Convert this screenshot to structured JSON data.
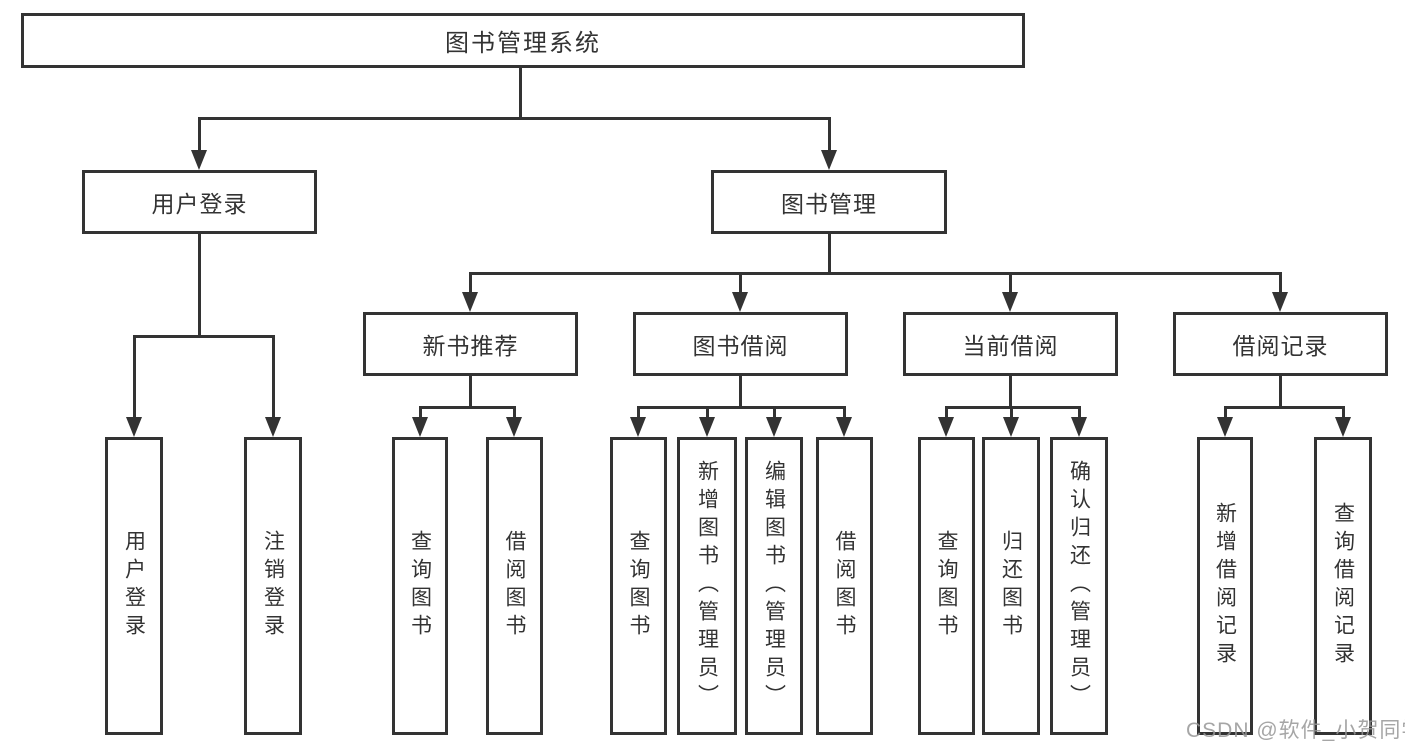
{
  "diagram": {
    "title": "图书管理系统",
    "nodes": {
      "root": "图书管理系统",
      "user_login": "用户登录",
      "book_management": "图书管理",
      "new_book_recommend": "新书推荐",
      "book_borrow": "图书借阅",
      "current_borrow": "当前借阅",
      "borrow_records": "借阅记录",
      "login_leaf_login": "用户登录",
      "login_leaf_logout": "注销登录",
      "recommend_leaf_query": "查询图书",
      "recommend_leaf_borrow": "借阅图书",
      "borrow_leaf_query": "查询图书",
      "borrow_leaf_add": "新增图书（管理员）",
      "borrow_leaf_edit": "编辑图书（管理员）",
      "borrow_leaf_borrow": "借阅图书",
      "current_leaf_query": "查询图书",
      "current_leaf_return": "归还图书",
      "current_leaf_confirm": "确认归还（管理员）",
      "records_leaf_add": "新增借阅记录",
      "records_leaf_query": "查询借阅记录"
    },
    "watermark": "CSDN @软件_小贺同学",
    "colors": {
      "line": "#333333",
      "text": "#333333",
      "background": "#ffffff",
      "watermark": "#969696"
    }
  }
}
